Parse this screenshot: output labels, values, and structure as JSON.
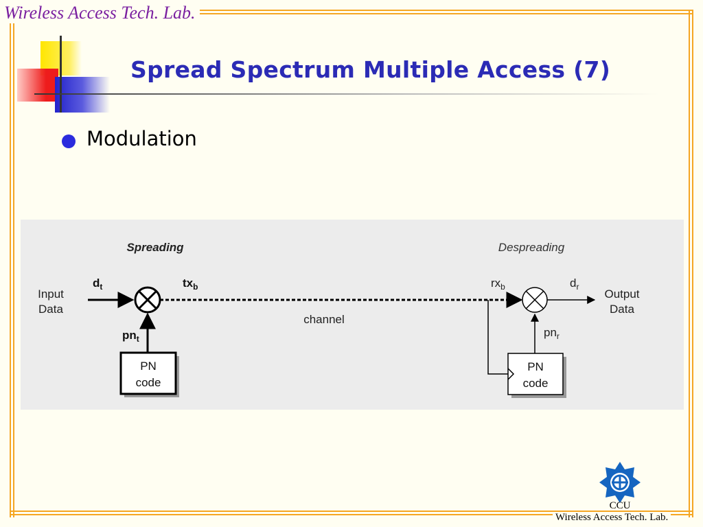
{
  "header": {
    "lab_name": "Wireless Access Tech. Lab."
  },
  "slide": {
    "title": "Spread Spectrum Multiple Access (7)",
    "bullet": "Modulation"
  },
  "diagram": {
    "spreading_label": "Spreading",
    "despreading_label": "Despreading",
    "input_label_1": "Input",
    "input_label_2": "Data",
    "output_label_1": "Output",
    "output_label_2": "Data",
    "d_sym": "d",
    "d_t_sub": "t",
    "tx_sym": "tx",
    "tx_sub": "b",
    "rx_sym": "rx",
    "rx_sub": "b",
    "dr_sub": "r",
    "pn_sym": "pn",
    "pnt_sub": "t",
    "pnr_sub": "r",
    "channel_label": "channel",
    "pn_box_line1": "PN",
    "pn_box_line2": "code"
  },
  "footer": {
    "institution": "CCU",
    "lab_name": "Wireless Access Tech. Lab."
  },
  "colors": {
    "frame": "#f5a623",
    "title": "#2b2bb5",
    "bullet": "#2b2bdd",
    "lab_text": "#7a1fa0",
    "logo": "#1565c0"
  }
}
